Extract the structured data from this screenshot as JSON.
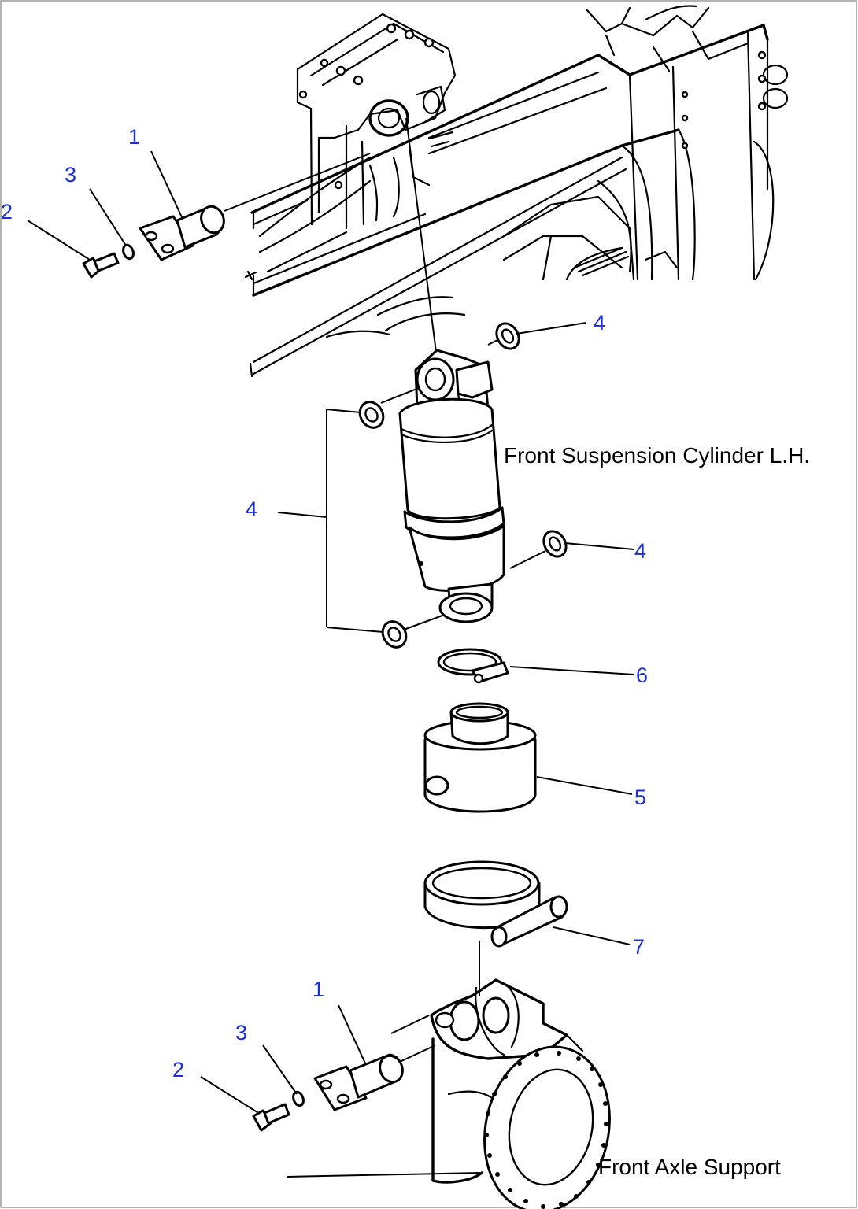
{
  "labels": {
    "c1_top": "1",
    "c2_top": "2",
    "c3_top": "3",
    "c4_upper_right": "4",
    "c4_left": "4",
    "c4_lower_right": "4",
    "c5": "5",
    "c6": "6",
    "c7": "7",
    "c1_bottom": "1",
    "c2_bottom": "2",
    "c3_bottom": "3"
  },
  "captions": {
    "cylinder": "Front Suspension Cylinder L.H.",
    "axle_support": "Front Axle Support"
  },
  "colors": {
    "callout": "#1a2fd6",
    "line": "#000000",
    "background": "#ffffff"
  }
}
